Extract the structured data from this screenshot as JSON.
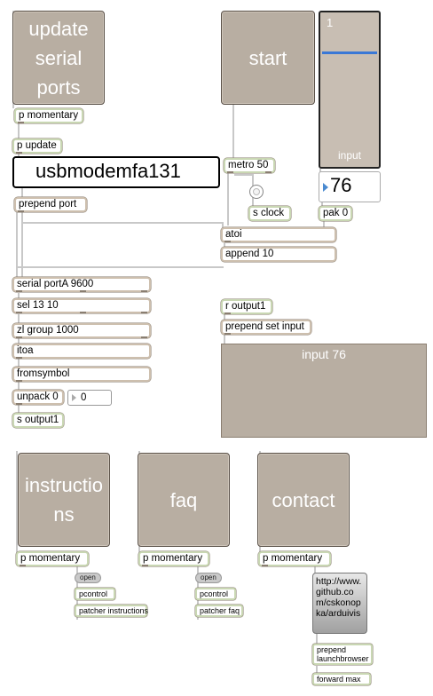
{
  "buttons": {
    "update": "update serial ports",
    "start": "start",
    "instructions": "instructions",
    "faq": "faq",
    "contact": "contact"
  },
  "objects": {
    "p_momentary": "p momentary",
    "p_update": "p update",
    "port_message": "usbmodemfa131",
    "prepend_port": "prepend port",
    "metro": "metro 50",
    "s_clock": "s clock",
    "pak": "pak 0",
    "atoi": "atoi",
    "append": "append 10",
    "serial": "serial portA 9600",
    "sel": "sel 13 10",
    "zl_group": "zl group 1000",
    "itoa": "itoa",
    "fromsymbol": "fromsymbol",
    "unpack": "unpack 0",
    "unpack_value": "0",
    "s_output": "s output1",
    "r_output": "r output1",
    "prepend_set": "prepend set input",
    "open": "open",
    "pcontrol": "pcontrol",
    "patcher_instructions": "patcher instructions",
    "patcher_faq": "patcher faq",
    "url": "http://www.github.com/cskonopka/arduivis",
    "prepend_launch": "prepend launchbrowser",
    "forward_max": "forward max"
  },
  "slider": {
    "top_label": "1",
    "bottom_label": "input",
    "level_fraction": 0.76
  },
  "number_box": {
    "value": "76"
  },
  "display_text": "input 76",
  "colors": {
    "button_fill": "#b8aea2",
    "slider_indicator": "#3a78d6",
    "object_border": "#cdbfae"
  }
}
